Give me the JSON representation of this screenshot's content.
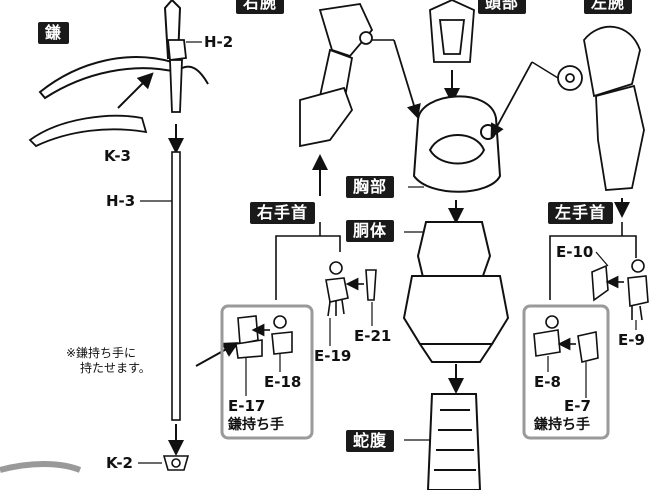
{
  "badges": {
    "kama": "鎌",
    "right_arm": "右腕",
    "head": "頭部",
    "left_arm": "左腕",
    "chest": "胸部",
    "torso": "胴体",
    "right_hand": "右手首",
    "left_hand": "左手首",
    "snake_belly": "蛇腹"
  },
  "parts": {
    "h2": "H-2",
    "k3": "K-3",
    "h3": "H-3",
    "k2": "K-2",
    "e10": "E-10",
    "e9": "E-9",
    "e21": "E-21",
    "e19": "E-19",
    "e18": "E-18",
    "e17": "E-17",
    "e8": "E-8",
    "e7": "E-7"
  },
  "note": {
    "line1": "※鎌持ち手に",
    "line2": "持たせます。"
  },
  "grip_labels": {
    "left_box": "鎌持ち手",
    "right_box": "鎌持ち手"
  },
  "colors": {
    "ink": "#111111",
    "badge_bg": "#1a1a1a",
    "box_stroke": "#9a9a9a"
  }
}
